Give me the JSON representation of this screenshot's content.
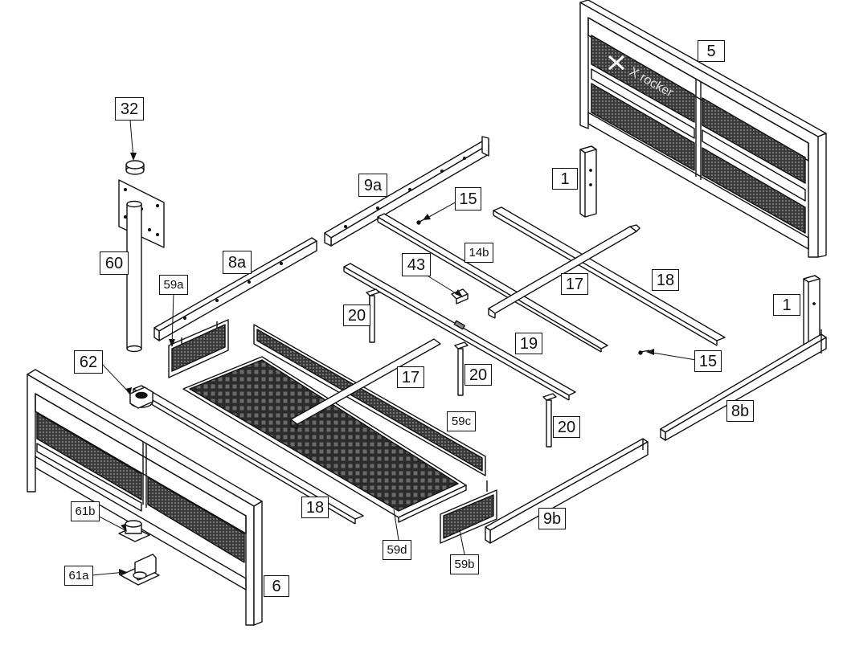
{
  "diagram": {
    "parts": {
      "p1a": "1",
      "p1b": "1",
      "p5": "5",
      "p6": "6",
      "p8a": "8a",
      "p8b": "8b",
      "p9a": "9a",
      "p9b": "9b",
      "p14b": "14b",
      "p15a": "15",
      "p15b": "15",
      "p17a": "17",
      "p17b": "17",
      "p18a": "18",
      "p18b": "18",
      "p19": "19",
      "p20a": "20",
      "p20b": "20",
      "p20c": "20",
      "p32": "32",
      "p43": "43",
      "p59a": "59a",
      "p59b": "59b",
      "p59c": "59c",
      "p59d": "59d",
      "p60": "60",
      "p61a": "61a",
      "p61b": "61b",
      "p62": "62"
    },
    "headboard_logo": "X rocker"
  }
}
